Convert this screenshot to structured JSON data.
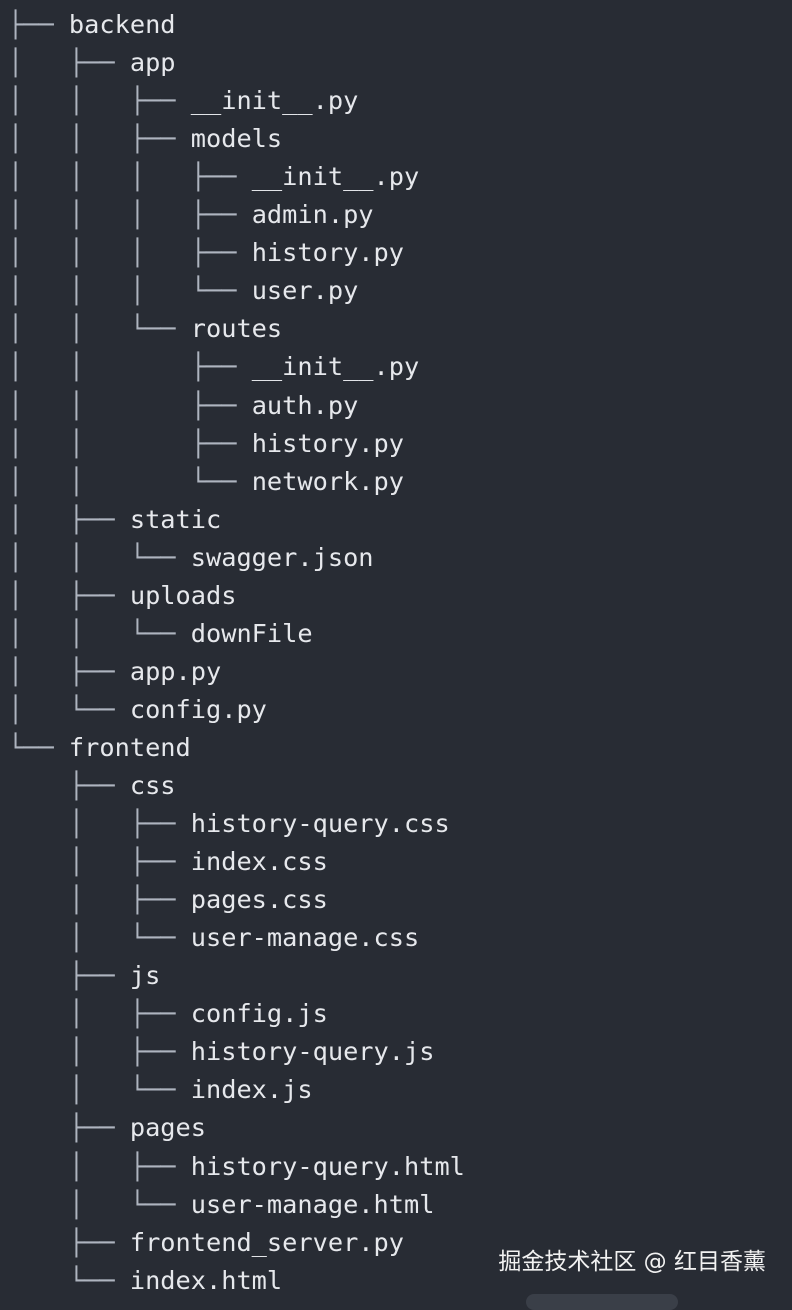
{
  "tree": {
    "lines": [
      {
        "prefix": "├── ",
        "name": "backend"
      },
      {
        "prefix": "│   ├── ",
        "name": "app"
      },
      {
        "prefix": "│   │   ├── ",
        "name": "__init__.py"
      },
      {
        "prefix": "│   │   ├── ",
        "name": "models"
      },
      {
        "prefix": "│   │   │   ├── ",
        "name": "__init__.py"
      },
      {
        "prefix": "│   │   │   ├── ",
        "name": "admin.py"
      },
      {
        "prefix": "│   │   │   ├── ",
        "name": "history.py"
      },
      {
        "prefix": "│   │   │   └── ",
        "name": "user.py"
      },
      {
        "prefix": "│   │   └── ",
        "name": "routes"
      },
      {
        "prefix": "│   │       ├── ",
        "name": "__init__.py"
      },
      {
        "prefix": "│   │       ├── ",
        "name": "auth.py"
      },
      {
        "prefix": "│   │       ├── ",
        "name": "history.py"
      },
      {
        "prefix": "│   │       └── ",
        "name": "network.py"
      },
      {
        "prefix": "│   ├── ",
        "name": "static"
      },
      {
        "prefix": "│   │   └── ",
        "name": "swagger.json"
      },
      {
        "prefix": "│   ├── ",
        "name": "uploads"
      },
      {
        "prefix": "│   │   └── ",
        "name": "downFile"
      },
      {
        "prefix": "│   ├── ",
        "name": "app.py"
      },
      {
        "prefix": "│   └── ",
        "name": "config.py"
      },
      {
        "prefix": "└── ",
        "name": "frontend"
      },
      {
        "prefix": "    ├── ",
        "name": "css"
      },
      {
        "prefix": "    │   ├── ",
        "name": "history-query.css"
      },
      {
        "prefix": "    │   ├── ",
        "name": "index.css"
      },
      {
        "prefix": "    │   ├── ",
        "name": "pages.css"
      },
      {
        "prefix": "    │   └── ",
        "name": "user-manage.css"
      },
      {
        "prefix": "    ├── ",
        "name": "js"
      },
      {
        "prefix": "    │   ├── ",
        "name": "config.js"
      },
      {
        "prefix": "    │   ├── ",
        "name": "history-query.js"
      },
      {
        "prefix": "    │   └── ",
        "name": "index.js"
      },
      {
        "prefix": "    ├── ",
        "name": "pages"
      },
      {
        "prefix": "    │   ├── ",
        "name": "history-query.html"
      },
      {
        "prefix": "    │   └── ",
        "name": "user-manage.html"
      },
      {
        "prefix": "    ├── ",
        "name": "frontend_server.py"
      },
      {
        "prefix": "    └── ",
        "name": "index.html"
      }
    ]
  },
  "watermark": {
    "text": "掘金技术社区 @ 红目香薰"
  },
  "colors": {
    "background": "#282c34",
    "text": "#e6e8ec",
    "tree_lines": "#aeb4bf"
  }
}
